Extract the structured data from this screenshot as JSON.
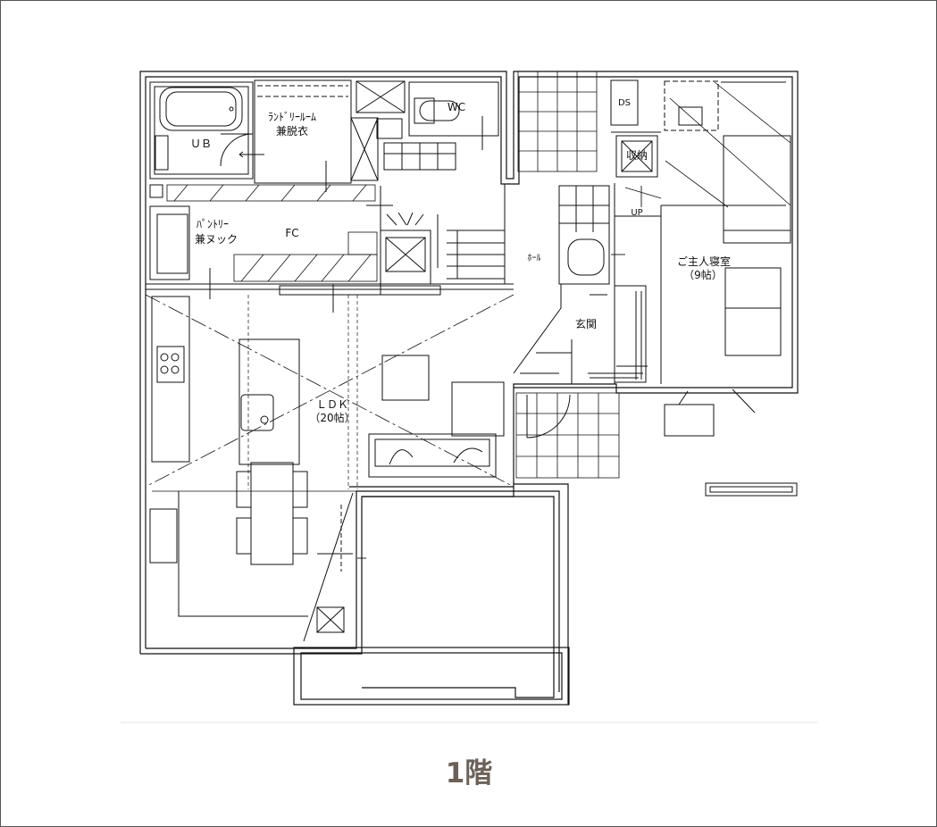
{
  "floor": {
    "title": "1階",
    "title_color": "#6b6158"
  },
  "rooms": {
    "ub": "ＵＢ",
    "laundry_line1": "ﾗﾝﾄﾞﾘｰﾙｰﾑ",
    "laundry_line2": "兼脱衣",
    "wc": "WC",
    "ds": "DS",
    "storage": "収納",
    "up": "UP",
    "pantry_line1": "ﾊﾟﾝﾄﾘｰ",
    "pantry_line2": "兼ヌック",
    "fc": "FC",
    "hall": "ﾎｰﾙ",
    "master_line1": "ご主人寝室",
    "master_line2": "（9帖）",
    "entrance": "玄関",
    "ldk_line1": "ＬＤＫ",
    "ldk_line2": "（20帖）"
  },
  "colors": {
    "line": "#111111",
    "frame": "#555555"
  }
}
